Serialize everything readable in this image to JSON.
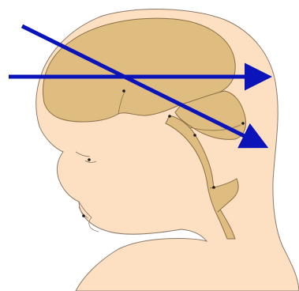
{
  "colors": {
    "background": "#ffffff",
    "skin": "#fddfc2",
    "skin_stroke": "#8a7a6a",
    "brain": "#dfbd80",
    "brain_stroke": "#8a6f45",
    "arrow": "#0a14b8",
    "landmark": "#1a1a1a"
  },
  "arrows": [
    {
      "name": "horizontal-plane-arrow",
      "direction": "horizontal"
    },
    {
      "name": "oblique-plane-arrow",
      "direction": "oblique"
    }
  ],
  "landmarks": [
    "landmark-center",
    "landmark-brainstem-top",
    "landmark-cerebellum",
    "landmark-brainstem-mid",
    "landmark-brainstem-low",
    "landmark-eye",
    "landmark-mouth"
  ]
}
